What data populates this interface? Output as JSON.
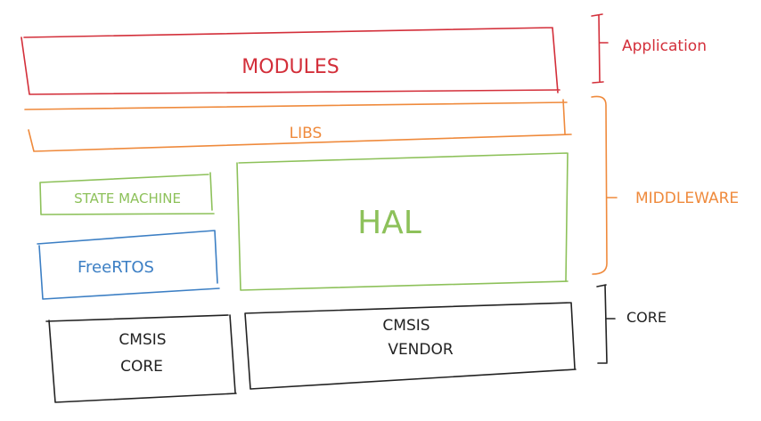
{
  "colors": {
    "application": "#d32f3a",
    "middleware": "#ef8a3c",
    "green": "#8dc15a",
    "blue": "#3c7fc4",
    "core": "#222222"
  },
  "diagram": {
    "modules": "Modules",
    "libs": "Libs",
    "state_machine": "State Machine",
    "hal": "HAL",
    "freertos": "FreeRTOS",
    "cmsis_core_line1": "CMSIS",
    "cmsis_core_line2": "Core",
    "cmsis_vendor_line1": "CMSIS",
    "cmsis_vendor_line2": "Vendor"
  },
  "layers": {
    "application": "Application",
    "middleware": "Middleware",
    "core": "Core"
  }
}
